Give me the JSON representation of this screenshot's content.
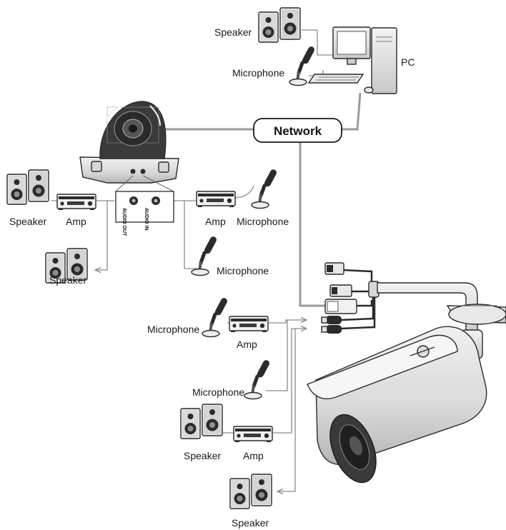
{
  "network": {
    "label": "Network"
  },
  "pc": {
    "label": "PC"
  },
  "labels": {
    "speaker": "Speaker",
    "microphone": "Microphone",
    "amp": "Amp"
  },
  "dome_jacks": {
    "audio_out": "AUDIO OUT",
    "audio_in": "AUDIO IN"
  },
  "colors": {
    "line": "#8a8a8a",
    "network_line": "#9a9a9a",
    "device_dark": "#2b2b2b",
    "device_light": "#e6e6e6"
  }
}
